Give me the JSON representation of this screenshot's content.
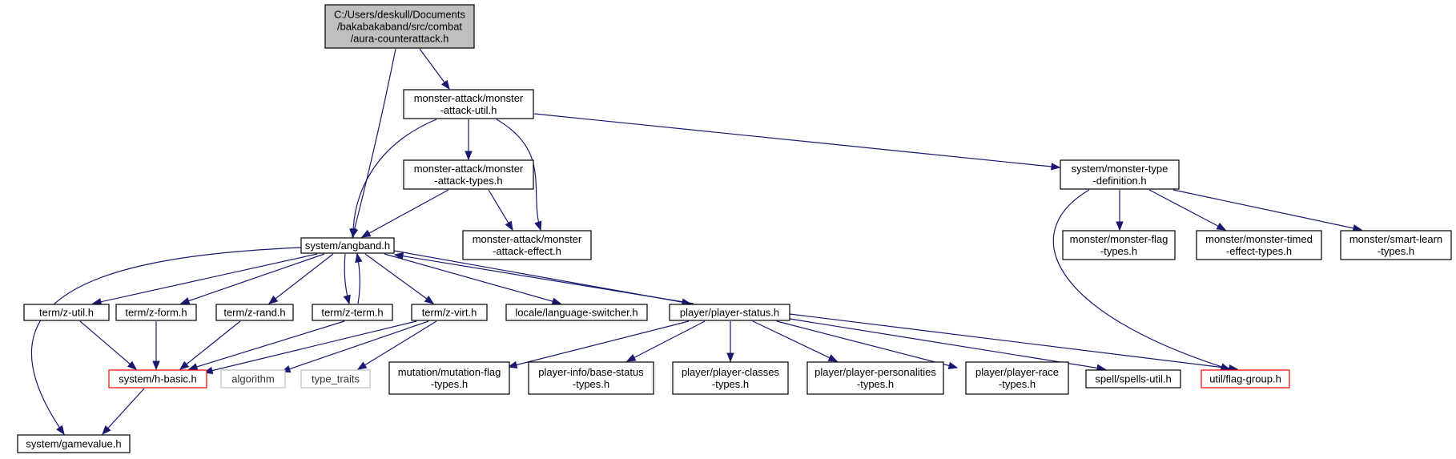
{
  "nodes": [
    {
      "id": "root",
      "lines": [
        "C:/Users/deskull/Documents",
        "/bakabakaband/src/combat",
        "/aura-counterattack.h"
      ],
      "style": "root"
    },
    {
      "id": "mau",
      "lines": [
        "monster-attack/monster",
        "-attack-util.h"
      ],
      "style": "normal"
    },
    {
      "id": "mat",
      "lines": [
        "monster-attack/monster",
        "-attack-types.h"
      ],
      "style": "normal"
    },
    {
      "id": "mae",
      "lines": [
        "monster-attack/monster",
        "-attack-effect.h"
      ],
      "style": "normal"
    },
    {
      "id": "mtd",
      "lines": [
        "system/monster-type",
        "-definition.h"
      ],
      "style": "normal"
    },
    {
      "id": "ang",
      "lines": [
        "system/angband.h"
      ],
      "style": "normal"
    },
    {
      "id": "mft",
      "lines": [
        "monster/monster-flag",
        "-types.h"
      ],
      "style": "normal"
    },
    {
      "id": "mte",
      "lines": [
        "monster/monster-timed",
        "-effect-types.h"
      ],
      "style": "normal"
    },
    {
      "id": "msl",
      "lines": [
        "monster/smart-learn",
        "-types.h"
      ],
      "style": "normal"
    },
    {
      "id": "zut",
      "lines": [
        "term/z-util.h"
      ],
      "style": "normal"
    },
    {
      "id": "zfo",
      "lines": [
        "term/z-form.h"
      ],
      "style": "normal"
    },
    {
      "id": "zra",
      "lines": [
        "term/z-rand.h"
      ],
      "style": "normal"
    },
    {
      "id": "zte",
      "lines": [
        "term/z-term.h"
      ],
      "style": "normal"
    },
    {
      "id": "zvi",
      "lines": [
        "term/z-virt.h"
      ],
      "style": "normal"
    },
    {
      "id": "lsw",
      "lines": [
        "locale/language-switcher.h"
      ],
      "style": "normal"
    },
    {
      "id": "pps",
      "lines": [
        "player/player-status.h"
      ],
      "style": "normal"
    },
    {
      "id": "hba",
      "lines": [
        "system/h-basic.h"
      ],
      "style": "red"
    },
    {
      "id": "alg",
      "lines": [
        "algorithm"
      ],
      "style": "gray"
    },
    {
      "id": "tyt",
      "lines": [
        "type_traits"
      ],
      "style": "gray"
    },
    {
      "id": "mut",
      "lines": [
        "mutation/mutation-flag",
        "-types.h"
      ],
      "style": "normal"
    },
    {
      "id": "pib",
      "lines": [
        "player-info/base-status",
        "-types.h"
      ],
      "style": "normal"
    },
    {
      "id": "ppc",
      "lines": [
        "player/player-classes",
        "-types.h"
      ],
      "style": "normal"
    },
    {
      "id": "ppp",
      "lines": [
        "player/player-personalities",
        "-types.h"
      ],
      "style": "normal"
    },
    {
      "id": "ppr",
      "lines": [
        "player/player-race",
        "-types.h"
      ],
      "style": "normal"
    },
    {
      "id": "spu",
      "lines": [
        "spell/spells-util.h"
      ],
      "style": "normal"
    },
    {
      "id": "ufg",
      "lines": [
        "util/flag-group.h"
      ],
      "style": "red"
    },
    {
      "id": "sgv",
      "lines": [
        "system/gamevalue.h"
      ],
      "style": "normal"
    }
  ],
  "edges": [
    {
      "from": "root",
      "to": "mau"
    },
    {
      "from": "root",
      "to": "ang"
    },
    {
      "from": "mau",
      "to": "mat"
    },
    {
      "from": "mau",
      "to": "mae"
    },
    {
      "from": "mau",
      "to": "ang"
    },
    {
      "from": "mau",
      "to": "mtd"
    },
    {
      "from": "mat",
      "to": "ang"
    },
    {
      "from": "mat",
      "to": "mae"
    },
    {
      "from": "mtd",
      "to": "mft"
    },
    {
      "from": "mtd",
      "to": "mte"
    },
    {
      "from": "mtd",
      "to": "msl"
    },
    {
      "from": "mtd",
      "to": "ufg"
    },
    {
      "from": "ang",
      "to": "zut"
    },
    {
      "from": "ang",
      "to": "zfo"
    },
    {
      "from": "ang",
      "to": "zra"
    },
    {
      "from": "ang",
      "to": "zte"
    },
    {
      "from": "ang",
      "to": "zvi"
    },
    {
      "from": "ang",
      "to": "lsw"
    },
    {
      "from": "ang",
      "to": "pps"
    },
    {
      "from": "ang",
      "to": "sgv"
    },
    {
      "from": "zte",
      "to": "ang"
    },
    {
      "from": "pps",
      "to": "ang"
    },
    {
      "from": "zut",
      "to": "hba"
    },
    {
      "from": "zfo",
      "to": "hba"
    },
    {
      "from": "zra",
      "to": "hba"
    },
    {
      "from": "zte",
      "to": "hba"
    },
    {
      "from": "zvi",
      "to": "hba"
    },
    {
      "from": "zvi",
      "to": "alg"
    },
    {
      "from": "zvi",
      "to": "tyt"
    },
    {
      "from": "hba",
      "to": "sgv"
    },
    {
      "from": "pps",
      "to": "mut"
    },
    {
      "from": "pps",
      "to": "pib"
    },
    {
      "from": "pps",
      "to": "ppc"
    },
    {
      "from": "pps",
      "to": "ppp"
    },
    {
      "from": "pps",
      "to": "ppr"
    },
    {
      "from": "pps",
      "to": "spu"
    },
    {
      "from": "pps",
      "to": "ufg"
    }
  ]
}
